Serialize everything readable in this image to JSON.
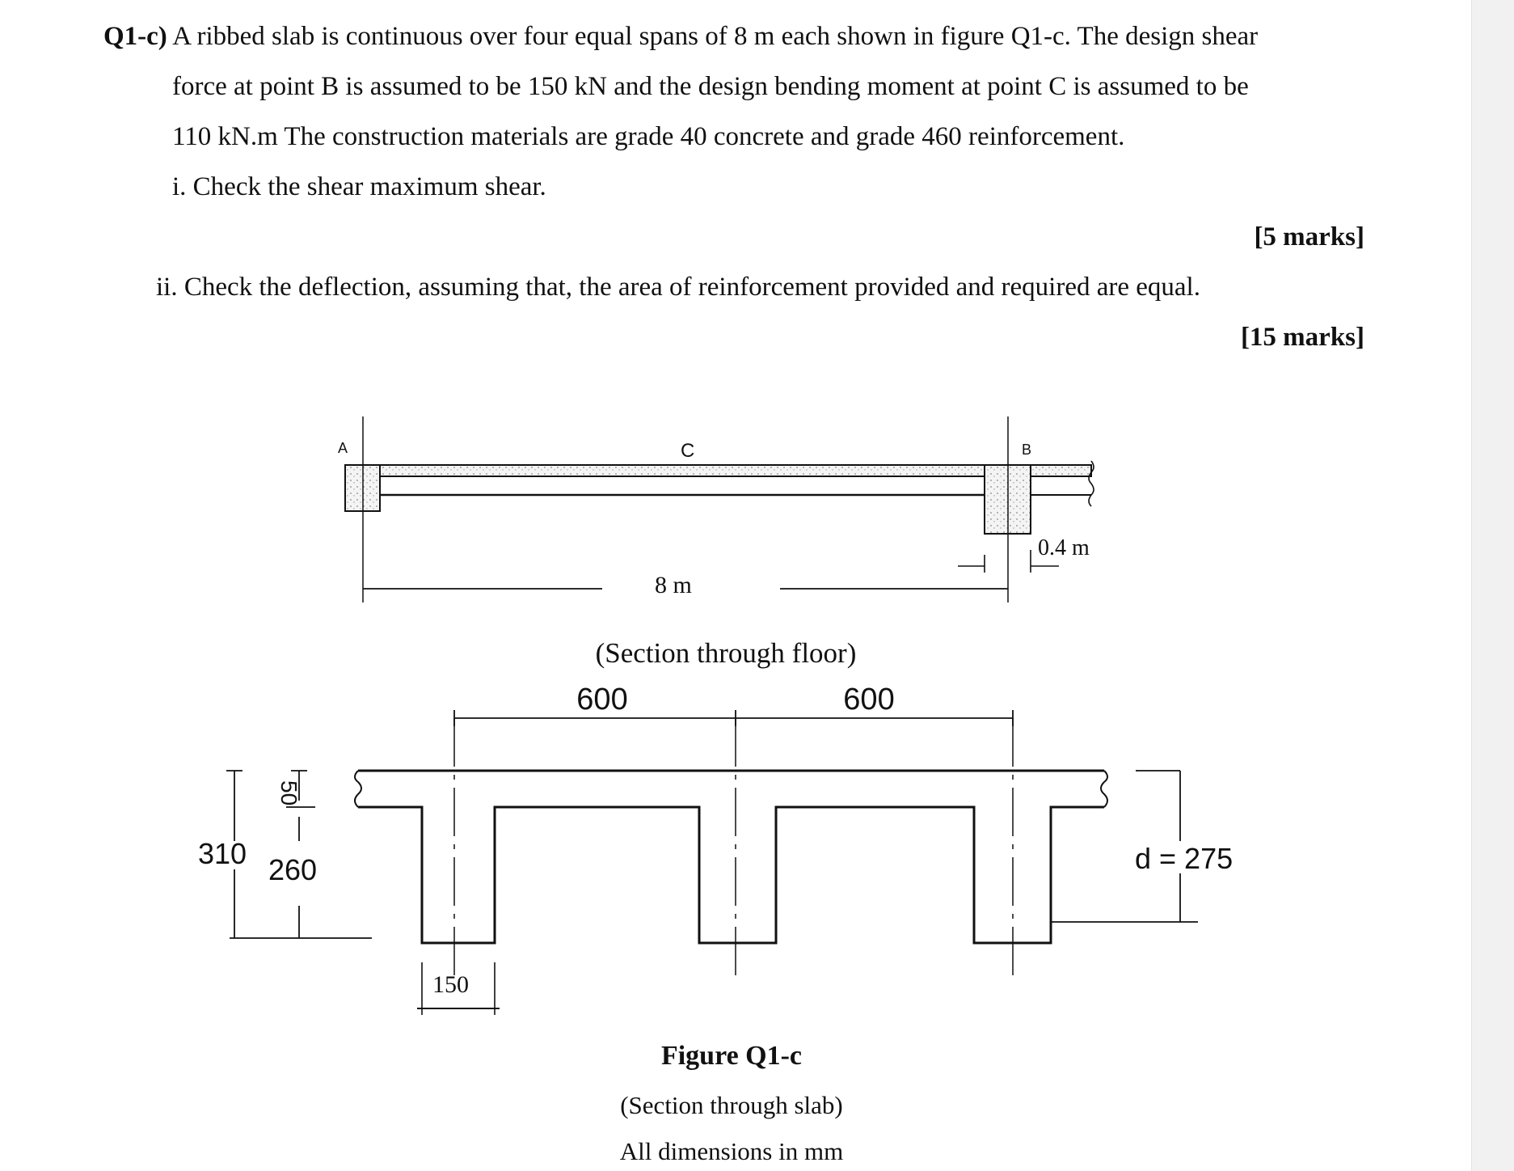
{
  "question": {
    "label": "Q1-c)",
    "line1": "A ribbed slab is continuous over four equal spans of 8 m each shown in figure Q1-c. The design shear",
    "line2": "force at point B is assumed to be 150 kN and the design bending moment at point C is assumed to be",
    "line3": "110 kN.m The construction materials are grade 40 concrete and grade 460 reinforcement.",
    "part_i": "i. Check the shear maximum shear.",
    "marks_i": "[5 marks]",
    "part_ii": "ii. Check the deflection, assuming that, the area of reinforcement provided and required are equal.",
    "marks_ii": "[15 marks]"
  },
  "floor_section": {
    "point_a": "A",
    "point_c": "C",
    "point_b": "B",
    "span_label": "8 m",
    "support_label": "0.4 m",
    "caption": "(Section through floor)"
  },
  "slab_section": {
    "rib_spacing_left": "600",
    "rib_spacing_right": "600",
    "flange_thickness": "50",
    "overall_depth": "310",
    "rib_depth": "260",
    "rib_width": "150",
    "effective_depth": "d = 275"
  },
  "figure": {
    "title": "Figure Q1-c",
    "subtitle": "(Section through slab)",
    "note": "All dimensions in mm"
  }
}
